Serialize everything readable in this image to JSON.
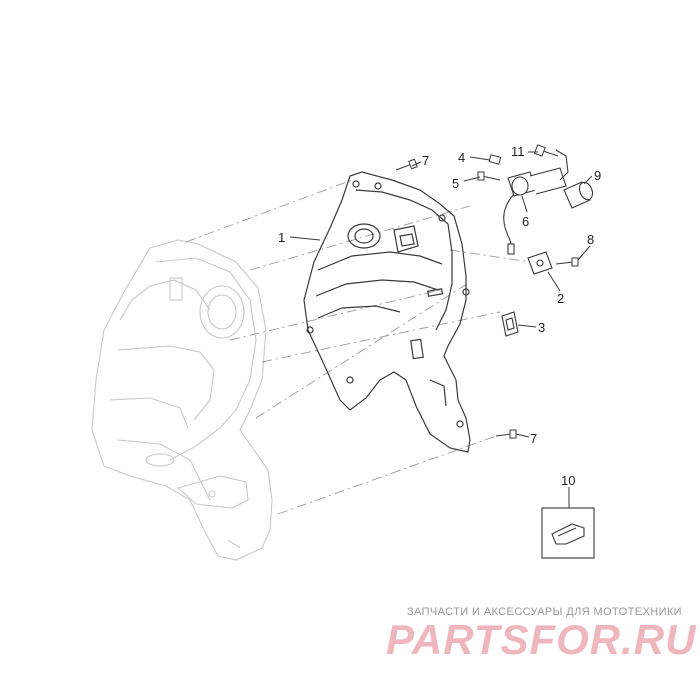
{
  "callouts": {
    "c1": "1",
    "c2": "2",
    "c3": "3",
    "c4": "4",
    "c5": "5",
    "c6": "6",
    "c7a": "7",
    "c7b": "7",
    "c8": "8",
    "c9": "9",
    "c10": "10",
    "c11": "11"
  },
  "watermark": {
    "tagline": "ЗАПЧАСТИ И АКСЕССУАРЫ ДЛЯ МОТОТЕХНИКИ",
    "logo": "PARTSFOR.RU"
  },
  "colors": {
    "ghost_part": "#c9c9c9",
    "main_line": "#3a3a3a",
    "watermark_logo": "#f0b6bd",
    "watermark_text": "#9a9a9a"
  }
}
